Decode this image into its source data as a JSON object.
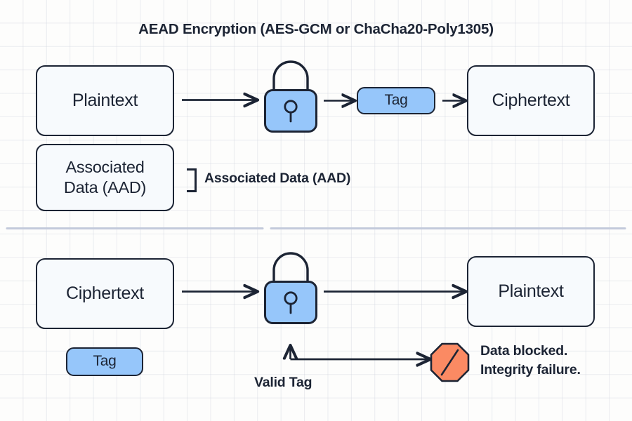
{
  "diagram": {
    "title": "AEAD Encryption (AES-GCM or ChaCha20-Poly1305)",
    "colors": {
      "background": "#fdfdfc",
      "grid_line": "#d0d4de",
      "outline": "#1c2434",
      "box_fill": "#f7fafd",
      "accent_blue": "#96c6fa",
      "alert_orange": "#fb8a63",
      "divider": "#c3cadb"
    }
  },
  "encryption_row": {
    "plaintext_label": "Plaintext",
    "associated_data_label": "Associated\nData (AAD)",
    "associated_data_line1": "Associated",
    "associated_data_line2": "Data (AAD)",
    "bracket_label": "Associated Data (AAD)",
    "lock_icon": "closed-padlock-icon",
    "tag_label": "Tag",
    "ciphertext_label": "Ciphertext"
  },
  "decryption_row": {
    "ciphertext_label": "Ciphertext",
    "tag_label": "Tag",
    "lock_icon": "open-padlock-icon",
    "plaintext_label": "Plaintext",
    "valid_tag_label": "Valid Tag",
    "blocked_line1": "Data blocked.",
    "blocked_line2": "Integrity failure.",
    "blocked_icon": "octagon-slash-icon"
  }
}
